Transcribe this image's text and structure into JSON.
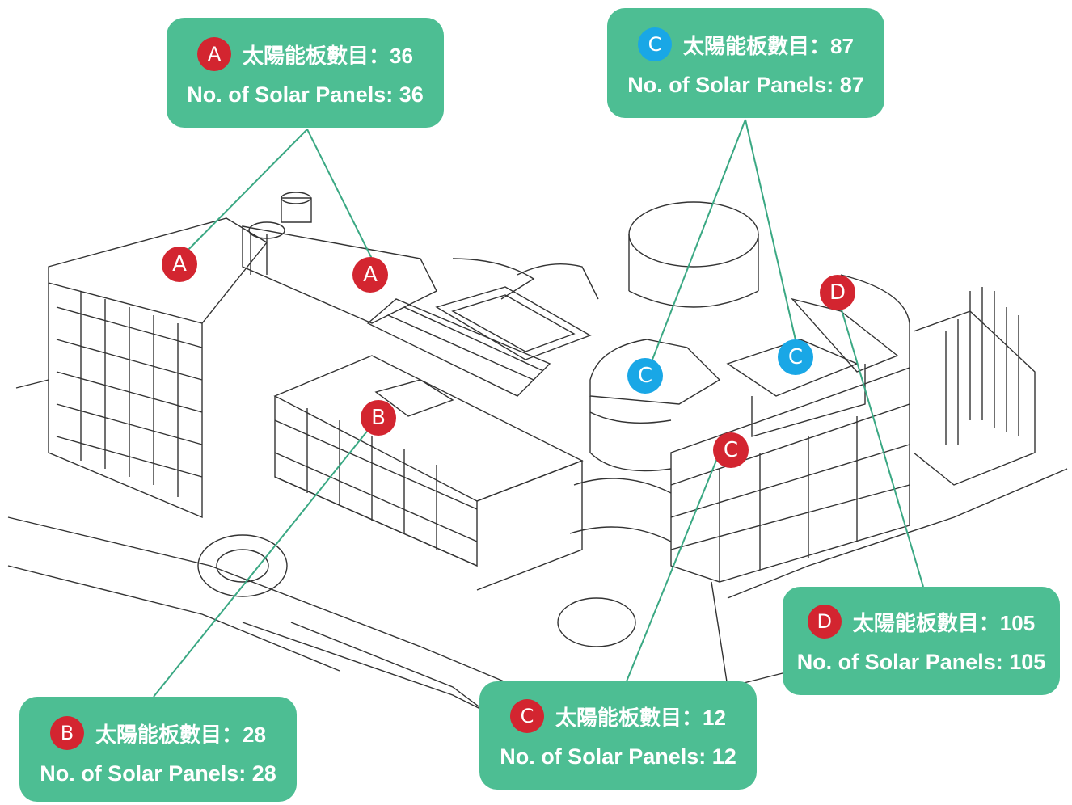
{
  "callouts": {
    "a": {
      "letter": "A",
      "zh": "太陽能板數目：36",
      "en": "No. of Solar Panels: 36"
    },
    "b": {
      "letter": "B",
      "zh": "太陽能板數目：28",
      "en": "No. of Solar Panels: 28"
    },
    "c_roof": {
      "letter": "C",
      "zh": "太陽能板數目：87",
      "en": "No. of Solar Panels: 87"
    },
    "c_wall": {
      "letter": "C",
      "zh": "太陽能板數目：12",
      "en": "No. of Solar Panels: 12"
    },
    "d": {
      "letter": "D",
      "zh": "太陽能板數目：105",
      "en": "No. of Solar Panels: 105"
    }
  },
  "markers": {
    "a1": "A",
    "a2": "A",
    "b": "B",
    "c1": "C",
    "c2": "C",
    "c3": "C",
    "d": "D"
  },
  "colors": {
    "callout_bg": "#4dbe93",
    "leader_line": "#3aa883",
    "marker_red": "#d32530",
    "marker_blue": "#19a7e6",
    "line_art": "#333333"
  }
}
